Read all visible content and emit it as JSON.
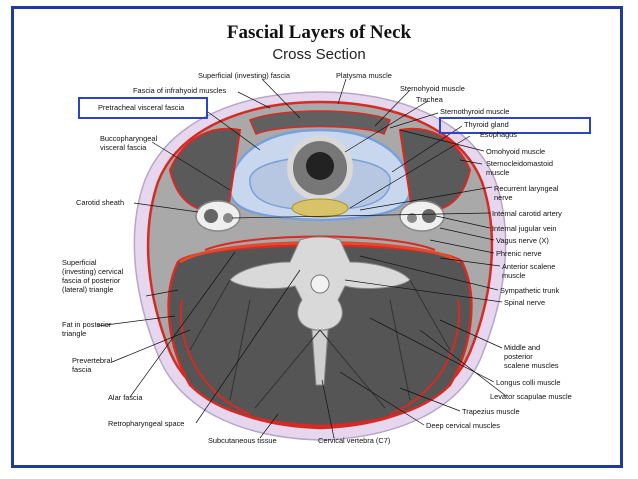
{
  "title": "Fascial Layers of Neck",
  "subtitle": "Cross Section",
  "labels": {
    "superficial_fascia": "Superficial (investing) fascia",
    "platysma": "Platysma muscle",
    "sternohyoid": "Sternohyoid muscle",
    "trachea": "Trachea",
    "fascia_infrahyoid": "Fascia of infrahyoid muscles",
    "pretracheal": "Pretracheal visceral fascia",
    "sternothyroid": "Sternothyroid muscle",
    "thyroid": "Thyroid gland",
    "esophagus": "Esophagus",
    "buccopharyngeal": "Buccopharyngeal\nvisceral fascia",
    "omohyoid": "Omohyoid muscle",
    "sternocleidomastoid": "Sternocleidomastoid\nmuscle",
    "carotid_sheath": "Carotid sheath",
    "recurrent_laryngeal": "Recurrent laryngeal\nnerve",
    "internal_carotid": "Internal carotid artery",
    "internal_jugular": "Internal jugular vein",
    "vagus": "Vagus nerve (X)",
    "phrenic": "Phrenic nerve",
    "anterior_scalene": "Anterior scalene\nmuscle",
    "superficial_cervical": "Superficial\n(investing) cervical\nfascia of posterior\n(lateral) triangle",
    "sympathetic": "Sympathetic trunk",
    "spinal_nerve": "Spinal nerve",
    "fat_posterior": "Fat in posterior\ntriangle",
    "middle_posterior_scalene": "Middle and\nposterior\nscalene muscles",
    "prevertebral": "Prevertebral\nfascia",
    "longus_colli": "Longus colli muscle",
    "alar": "Alar fascia",
    "levator_scapulae": "Levator scapulae muscle",
    "trapezius": "Trapezius muscle",
    "retropharyngeal": "Retropharyngeal space",
    "deep_cervical": "Deep cervical muscles",
    "subcutaneous": "Subcutaneous tissue",
    "vertebra": "Cervical vertebra (C7)"
  },
  "colors": {
    "frame": "#1f3a9a",
    "highlight_box": "#2d43c9",
    "skin": "#e6d7ee",
    "fascia_red": "#d62a23",
    "fascia_blue": "#7aa0d8",
    "muscle": "#5a5a5a",
    "thyroid": "#c8d7ee"
  }
}
